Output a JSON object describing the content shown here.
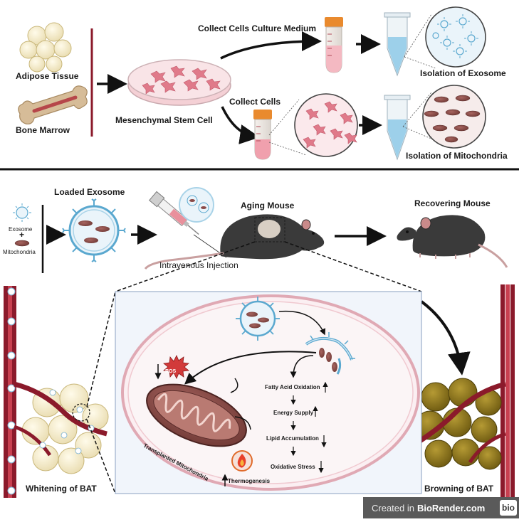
{
  "top": {
    "adipose_tissue": "Adipose Tissue",
    "bone_marrow": "Bone Marrow",
    "msc": "Mesenchymal Stem Cell",
    "collect_medium": "Collect Cells Culture Medium",
    "collect_cells": "Collect Cells",
    "isolation_exosome": "Isolation of Exosome",
    "isolation_mito": "Isolation of Mitochondria"
  },
  "middle": {
    "exosome": "Exosome",
    "plus": "+",
    "mitochondria": "Mitochondria",
    "loaded_exosome": "Loaded Exosome",
    "intravenous": "Intravenous Injection",
    "aging_mouse": "Aging Mouse",
    "recovering_mouse": "Recovering  Mouse"
  },
  "bottom": {
    "ros": "ROS",
    "transplanted": "Transplanted Mitochondria",
    "thermogenesis": "Thermogenesis",
    "cascade": [
      {
        "text": "Fatty Acid Oxidation",
        "dir": "up"
      },
      {
        "text": "Energy Supply",
        "dir": "up"
      },
      {
        "text": "Lipid Accumulation",
        "dir": "down"
      },
      {
        "text": "Oxidative Stress",
        "dir": "down"
      }
    ],
    "whitening": "Whitening of BAT",
    "browning": "Browning of BAT"
  },
  "watermark": {
    "created_in": "Created in",
    "brand": "BioRender.com",
    "logo": "bio"
  },
  "colors": {
    "vessel": "#8b1a2b",
    "cell_pink": "#e89aa6",
    "cell_red": "#d0485e",
    "exosome_blue": "#5aa8cf",
    "mito": "#8a4a48",
    "mouse": "#3a3a3a",
    "bat_white": "#f3e8c8",
    "bat_brown": "#8a7218",
    "panel_blue": "#f1f5fb"
  }
}
